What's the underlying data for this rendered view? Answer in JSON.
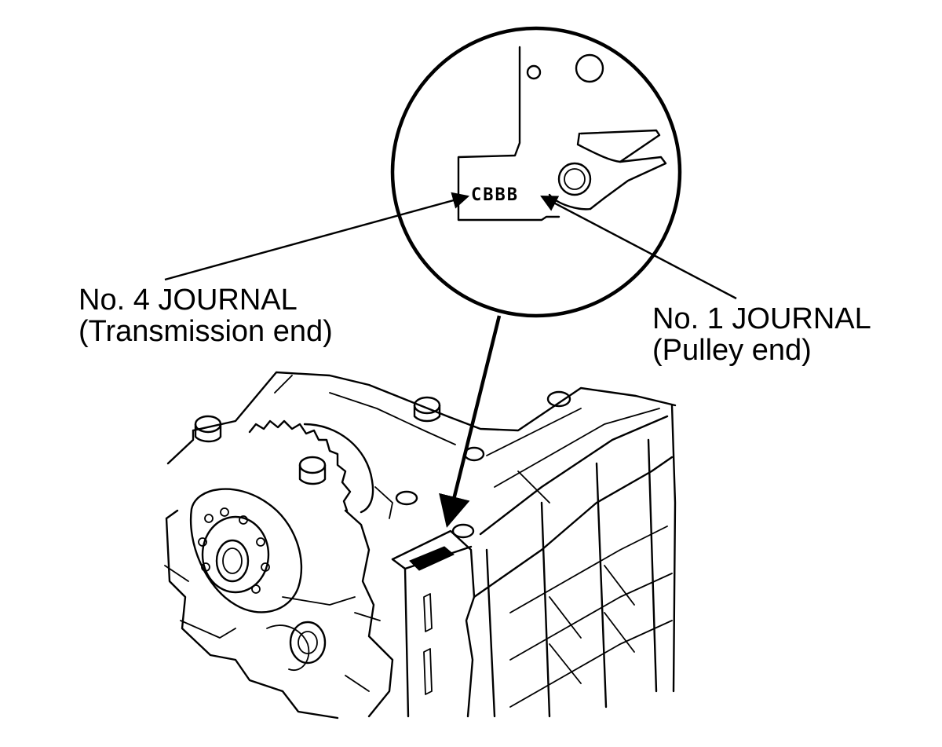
{
  "callouts": {
    "no4": {
      "line1": "No. 4 JOURNAL",
      "line2": "(Transmission end)"
    },
    "no1": {
      "line1": "No. 1 JOURNAL",
      "line2": "(Pulley end)"
    }
  },
  "stamp_code": "CBBB",
  "colors": {
    "ink": "#000000",
    "background": "#ffffff"
  }
}
